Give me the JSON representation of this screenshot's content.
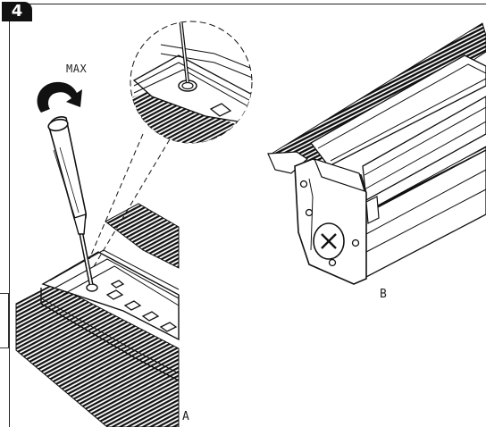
{
  "step": {
    "number": "4"
  },
  "labels": {
    "max": "MAX",
    "view_a": "A",
    "view_b": "B"
  },
  "icons": {
    "rotation": "clockwise-arrow-icon",
    "tool": "screwdriver-icon",
    "screw": "phillips-screw-icon"
  },
  "colors": {
    "line": "#111111",
    "background": "#ffffff"
  }
}
